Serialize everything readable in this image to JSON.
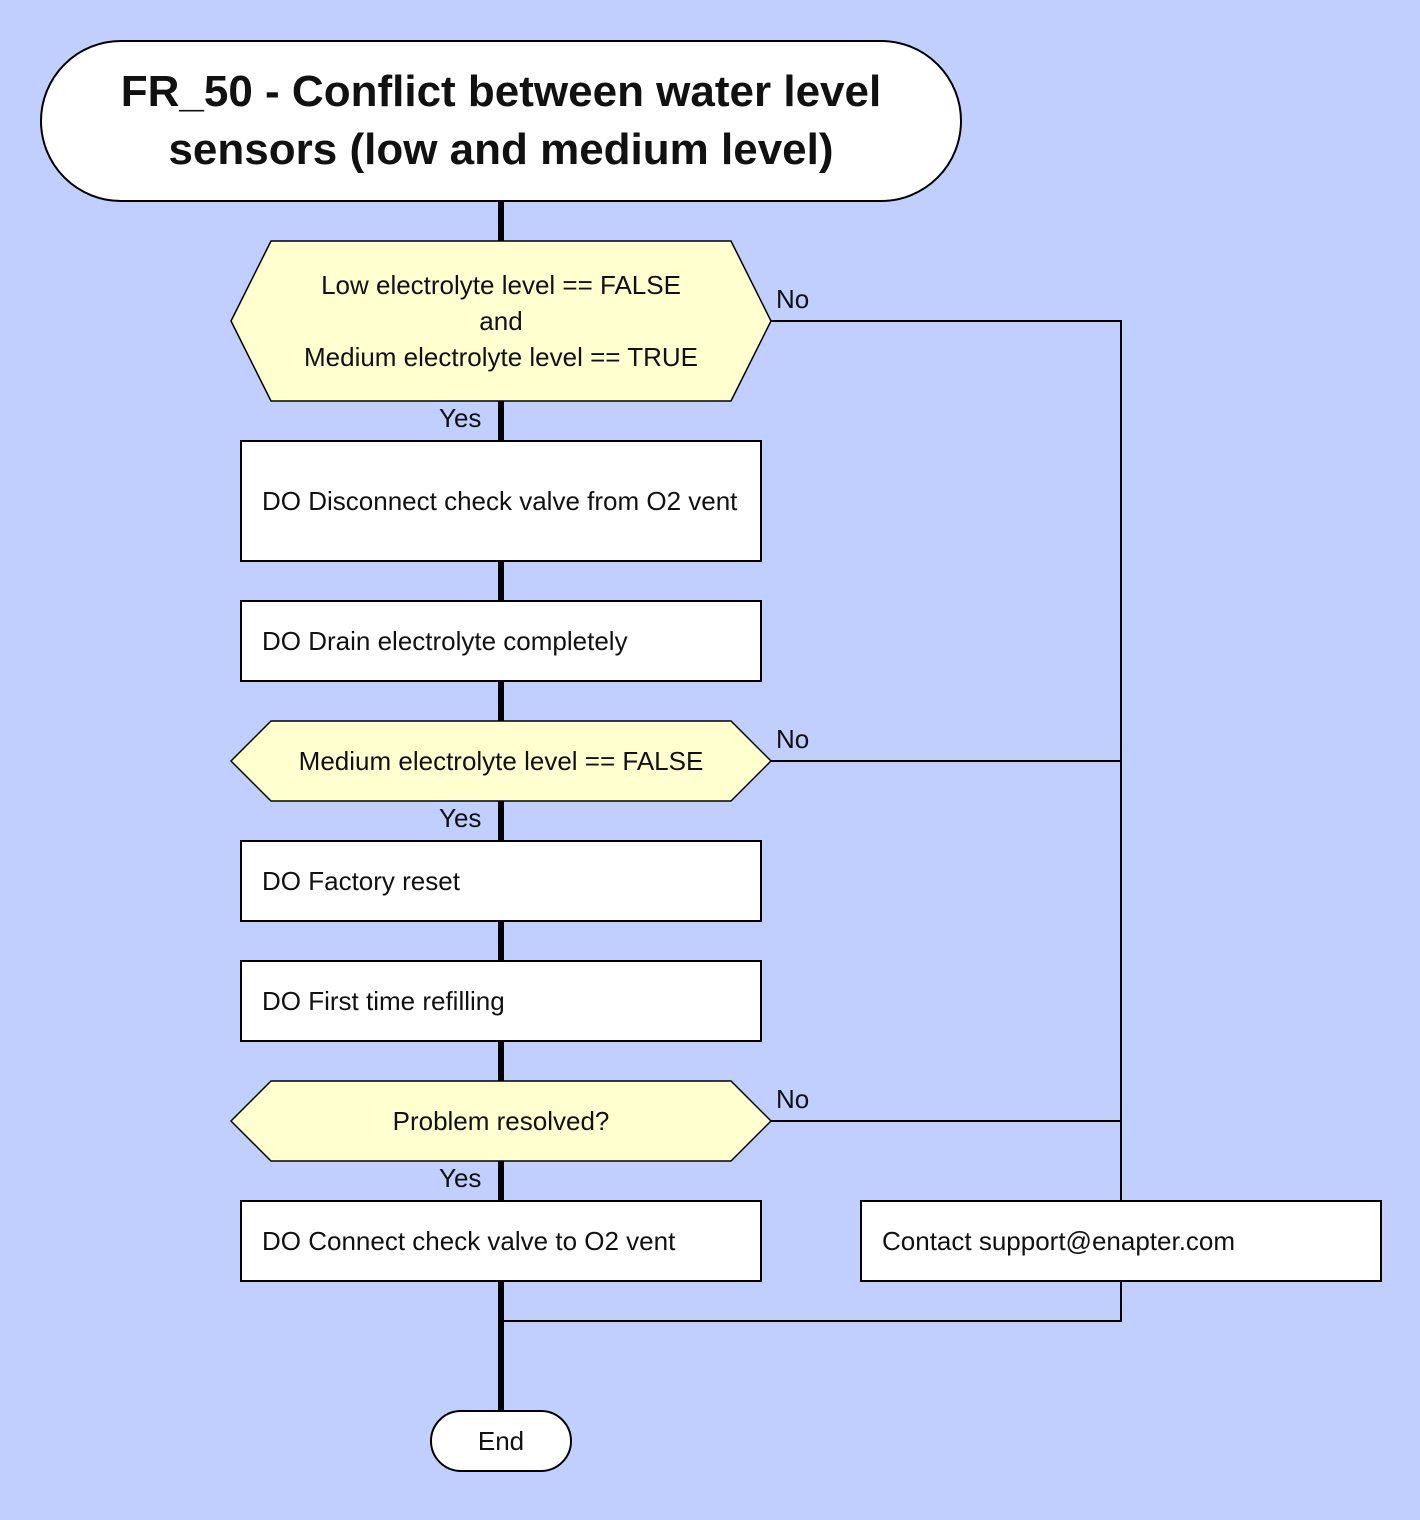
{
  "title": {
    "line1": "FR_50 - Conflict between water level",
    "line2": "sensors (low and medium level)"
  },
  "decision1": {
    "line1": "Low electrolyte level == FALSE",
    "line2": "and",
    "line3": "Medium electrolyte level == TRUE",
    "yes": "Yes",
    "no": "No"
  },
  "step_disconnect": "DO Disconnect check valve from O2 vent",
  "step_drain": "DO Drain electrolyte completely",
  "decision2": {
    "text": "Medium electrolyte level == FALSE",
    "yes": "Yes",
    "no": "No"
  },
  "step_reset": "DO Factory reset",
  "step_refill": "DO First time refilling",
  "decision3": {
    "text": "Problem resolved?",
    "yes": "Yes",
    "no": "No"
  },
  "step_connect": "DO Connect check valve to O2 vent",
  "support": "Contact support@enapter.com",
  "end": "End",
  "colors": {
    "background": "#c0cffe",
    "decision_fill": "#ffffd0",
    "box_fill": "#ffffff",
    "stroke": "#000000"
  }
}
